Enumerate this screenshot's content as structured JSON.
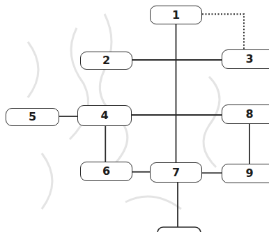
{
  "diagram": {
    "nodes": [
      {
        "text": [
          "1"
        ]
      },
      {
        "text": [
          "2"
        ]
      },
      {
        "text": [
          "3"
        ]
      },
      {
        "text": [
          "5"
        ]
      },
      {
        "text": [
          "4"
        ]
      },
      {
        "text": [
          "8"
        ]
      },
      {
        "text": [
          "6"
        ]
      },
      {
        "text": [
          "7"
        ]
      },
      {
        "text": [
          "9"
        ]
      }
    ],
    "edges": [
      {
        "from": 0,
        "to": 7,
        "arrow": "none"
      },
      {
        "from": 1,
        "to": 2,
        "arrow": "none"
      },
      {
        "from": 4,
        "to": 5,
        "arrow": "none"
      },
      {
        "from": 3,
        "to": 4,
        "arrow": "none"
      },
      {
        "from": 4,
        "to": 6,
        "arrow": "none"
      },
      {
        "from": 6,
        "to": 7,
        "arrow": "none"
      },
      {
        "from": 7,
        "to": 8,
        "arrow": "none"
      },
      {
        "from": 5,
        "to": 8,
        "arrow": "none"
      },
      {
        "from": 0,
        "to": 2,
        "arrow": "none"
      }
    ]
  }
}
